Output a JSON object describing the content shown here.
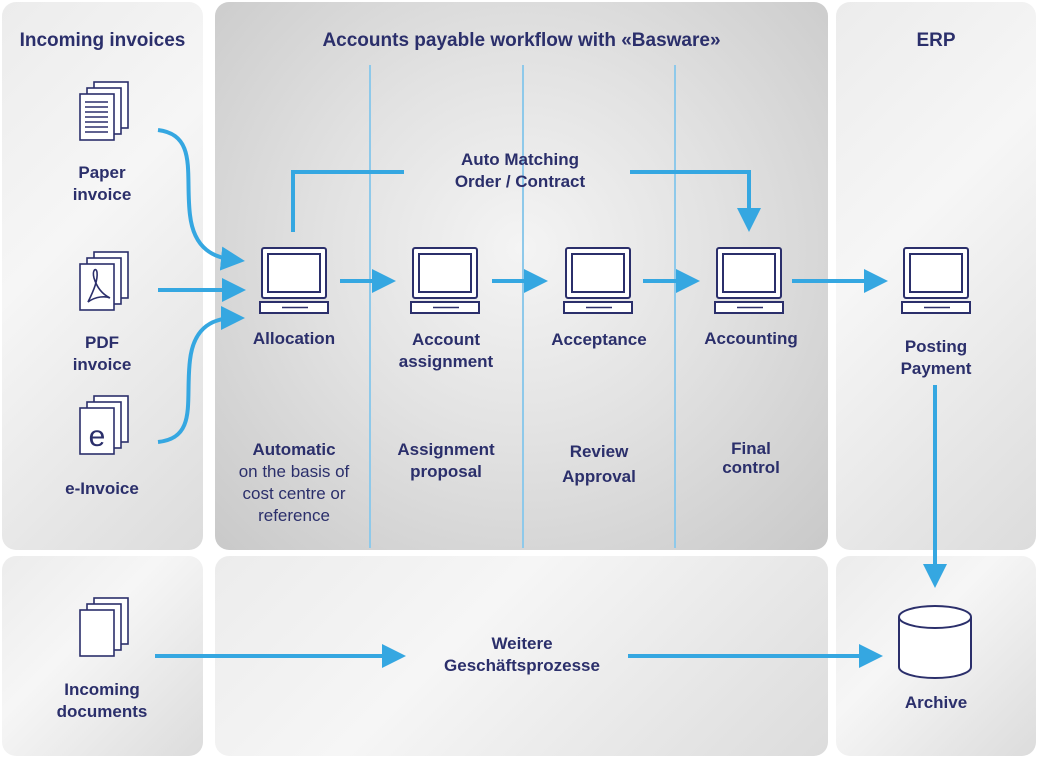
{
  "headers": {
    "incoming": "Incoming invoices",
    "workflow": "Accounts payable workflow with «Basware»",
    "erp": "ERP"
  },
  "sources": {
    "paper": [
      "Paper",
      "invoice"
    ],
    "pdf": [
      "PDF",
      "invoice"
    ],
    "einvoice": "e-Invoice",
    "documents": [
      "Incoming",
      "documents"
    ]
  },
  "auto_matching": [
    "Auto Matching",
    "Order / Contract"
  ],
  "steps": [
    {
      "label": [
        "Allocation",
        ""
      ],
      "desc": [
        "Automatic",
        "on the basis of",
        "cost centre or",
        "reference"
      ]
    },
    {
      "label": [
        "Account",
        "assignment"
      ],
      "desc": [
        "Assignment",
        "proposal"
      ]
    },
    {
      "label": [
        "Acceptance",
        ""
      ],
      "desc": [
        "Review",
        "Approval"
      ]
    },
    {
      "label": [
        "Accounting",
        ""
      ],
      "desc": [
        "Final",
        "control"
      ]
    }
  ],
  "erp_step": [
    "Posting",
    "Payment"
  ],
  "other_processes": [
    "Weitere",
    "Geschäftsprozesse"
  ],
  "archive": "Archive",
  "icons": {
    "document": "document-stack-icon",
    "pdf": "pdf-document-icon",
    "einvoice": "e-document-icon",
    "computer": "computer-icon",
    "archive": "database-cylinder-icon",
    "arrow": "arrow-icon"
  },
  "colors": {
    "accent": "#35a7e1",
    "text": "#2b2f6b",
    "divider": "#8ec9ea"
  }
}
